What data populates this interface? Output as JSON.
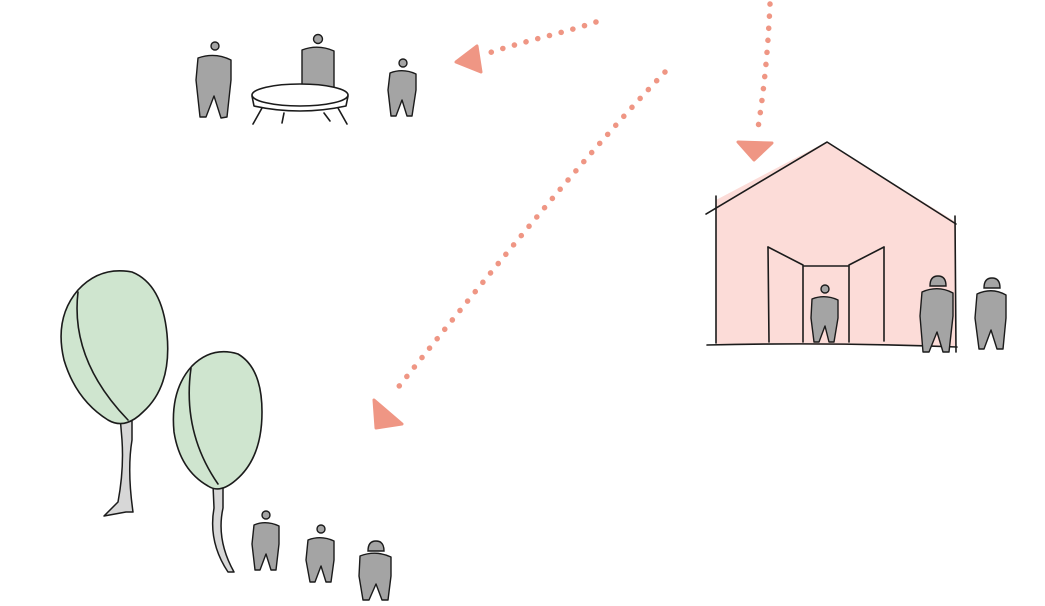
{
  "colors": {
    "background": "#ffffff",
    "ink": "#1b1b1b",
    "figure": "#a4a4a4",
    "foliage": "#cfe5cf",
    "trunk": "#d7d7d7",
    "house": "#fcdcd8",
    "arrow": "#ef9684",
    "table": "#ffffff"
  },
  "scenes": [
    {
      "id": "meeting-table",
      "people": 3,
      "furniture": "oval-table"
    },
    {
      "id": "house-entrance",
      "people": 3,
      "building": "house-with-open-doors"
    },
    {
      "id": "trees-group",
      "people": 3,
      "trees": 2
    }
  ],
  "arrows": [
    {
      "style": "dotted",
      "points_to": "meeting-table"
    },
    {
      "style": "dotted",
      "points_to": "house-entrance"
    },
    {
      "style": "dotted",
      "points_to": "trees-group"
    }
  ],
  "icons": [
    "person-icon",
    "table-icon",
    "house-icon",
    "tree-icon",
    "arrow-icon"
  ]
}
